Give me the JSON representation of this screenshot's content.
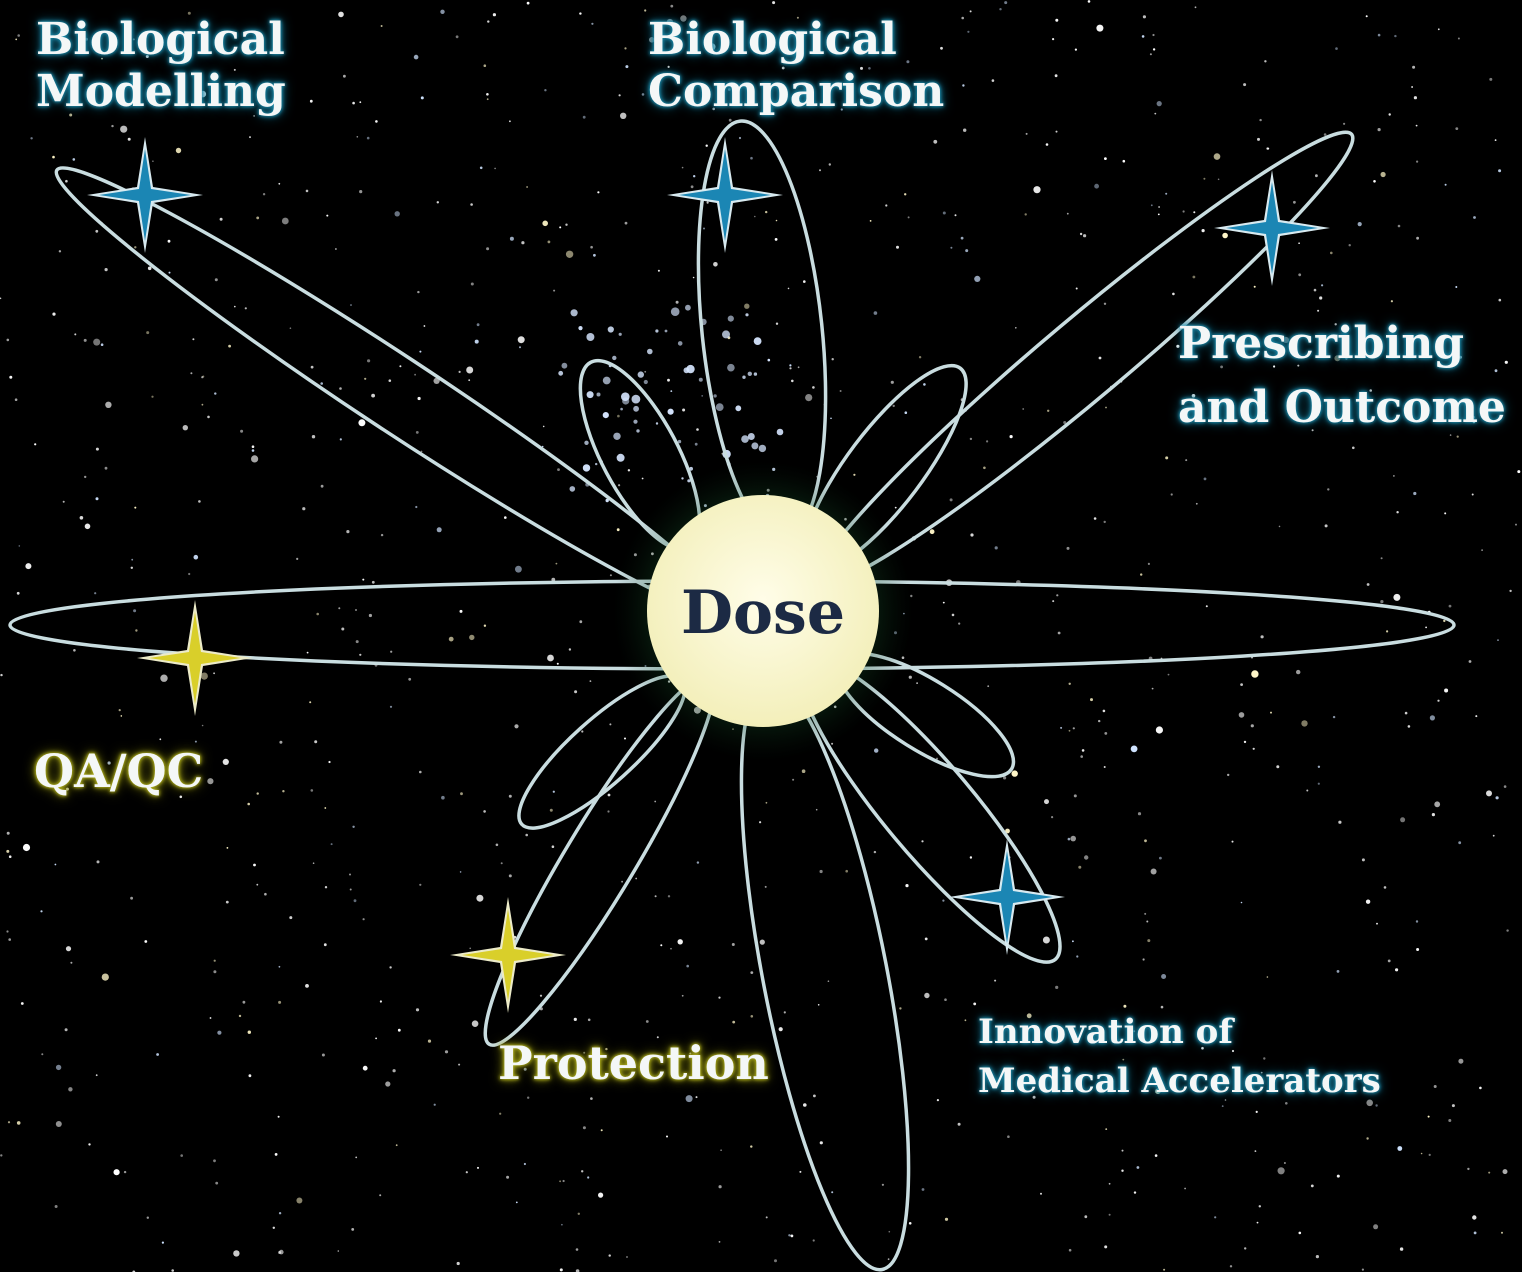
{
  "center": {
    "label": "Dose"
  },
  "nodes": [
    {
      "id": "biological-modelling",
      "lines": [
        "Biological",
        "Modelling"
      ],
      "star_color": "blue"
    },
    {
      "id": "biological-comparison",
      "lines": [
        "Biological",
        "Comparison"
      ],
      "star_color": "blue"
    },
    {
      "id": "prescribing-and-outcome",
      "lines": [
        "Prescribing",
        "and Outcome"
      ],
      "star_color": "blue"
    },
    {
      "id": "qa-qc",
      "lines": [
        "QA/QC"
      ],
      "star_color": "yellow"
    },
    {
      "id": "protection",
      "lines": [
        "Protection"
      ],
      "star_color": "yellow"
    },
    {
      "id": "innovation-of-medical-accelerators",
      "lines": [
        "Innovation of",
        "Medical Accelerators"
      ],
      "star_color": "blue"
    }
  ],
  "colors": {
    "background": "#000000",
    "orbit": "#c9dde0",
    "sun_core": "#fdfbd6",
    "sun_glow": "#2f8f4f",
    "star_blue": "#1b86b4",
    "star_yellow": "#d9cf2a",
    "dose_text": "#1c2a44"
  }
}
